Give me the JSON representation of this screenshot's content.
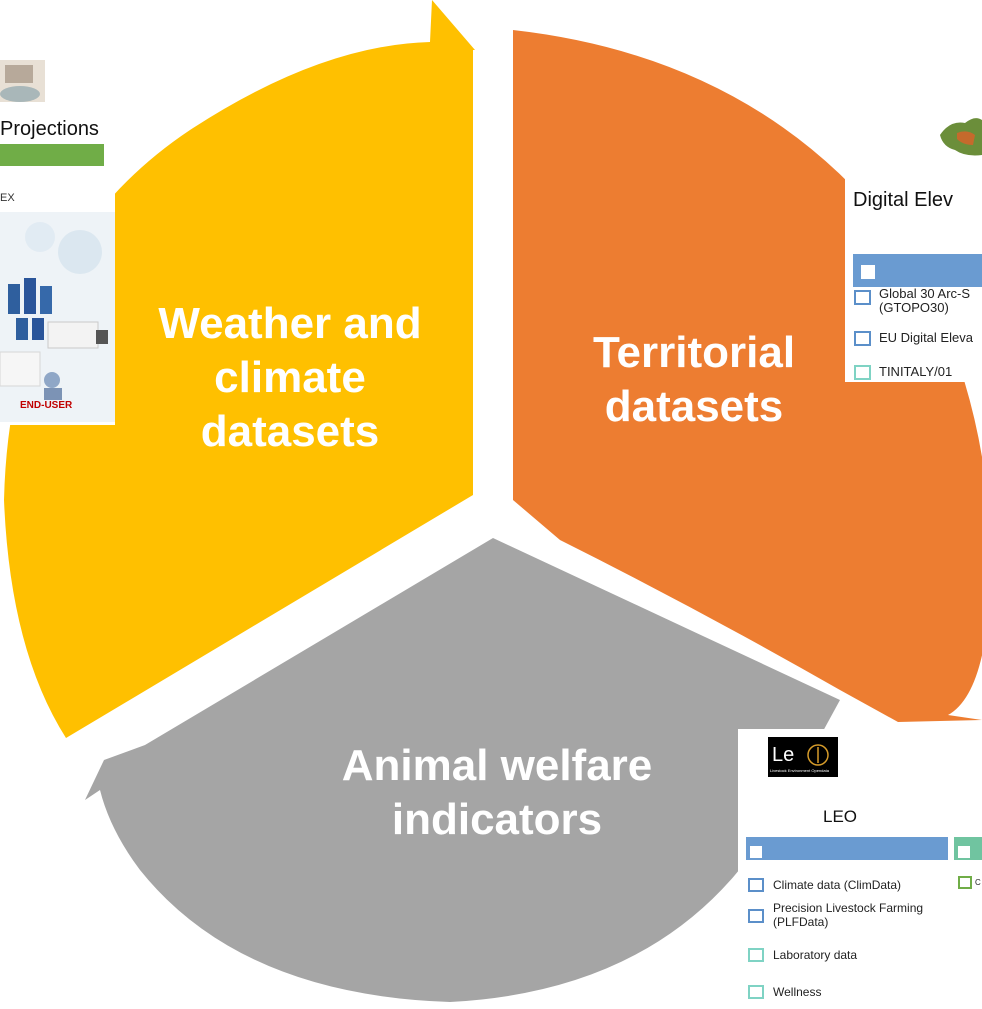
{
  "segments": {
    "weather": {
      "line1": "Weather and",
      "line2": "climate",
      "line3": "datasets",
      "color": "#ffc000"
    },
    "territorial": {
      "line1": "Territorial",
      "line2": "datasets",
      "color": "#ed7d31"
    },
    "animal": {
      "line1": "Animal welfare",
      "line2": "indicators",
      "color": "#a5a5a5"
    }
  },
  "cards": {
    "weather": {
      "title": "Projections",
      "subtitle": "EX",
      "end_user": "END-USER"
    },
    "territorial": {
      "title": "Digital Elev",
      "items": [
        "Global 30 Arc-S",
        "(GTOPO30)",
        "EU Digital Eleva",
        "TINITALY/01"
      ]
    },
    "leo": {
      "logo_text": "Livestock Environment Opendata",
      "title": "LEO",
      "items": [
        "Climate data (ClimData)",
        "Precision Livestock Farming",
        "(PLFData)",
        "Laboratory data",
        "Wellness"
      ],
      "second_col_item": "C I"
    }
  },
  "colors": {
    "card_bar_blue": "#6a9bd1",
    "card_bar_green": "#70ad47",
    "card_bar_teal": "#7fd3c4"
  }
}
